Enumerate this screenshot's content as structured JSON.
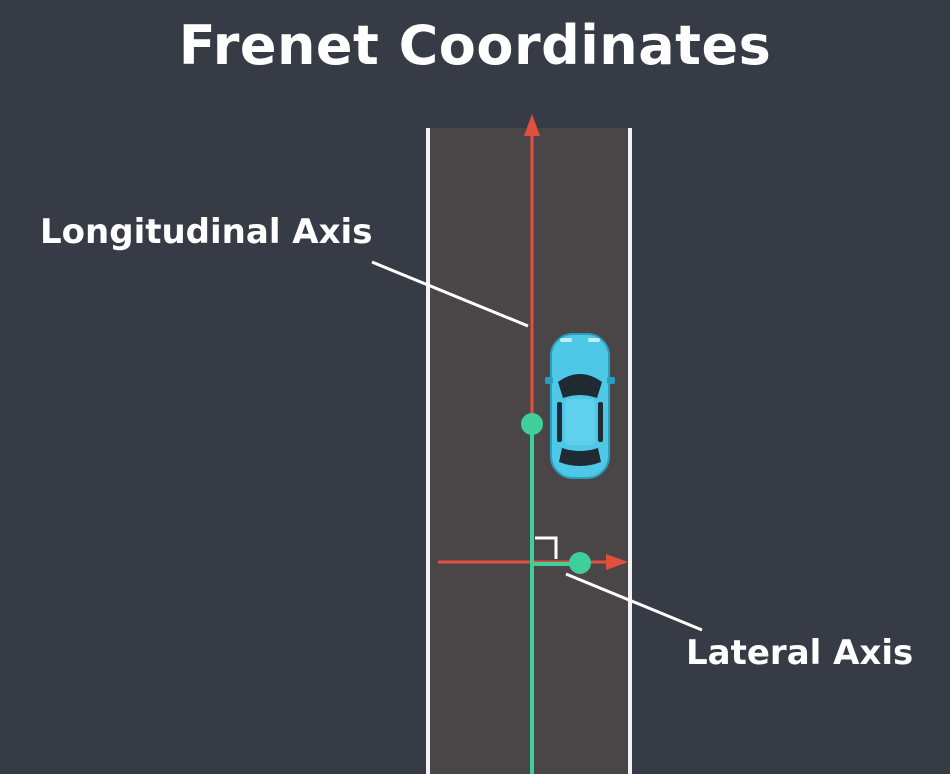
{
  "title": "Frenet Coordinates",
  "labels": {
    "longitudinal": "Longitudinal Axis",
    "lateral": "Lateral Axis"
  },
  "colors": {
    "background": "#373b45",
    "road": "#4a4648",
    "lane_border": "#f2f2f2",
    "axis_red": "#e0503c",
    "frenet_green": "#3ecf9a",
    "car_body": "#4fc7e6",
    "car_dark": "#1f2a33",
    "leader_line": "#ffffff"
  },
  "icons": {
    "car": "car-top-view-icon",
    "right_angle": "right-angle-marker"
  }
}
